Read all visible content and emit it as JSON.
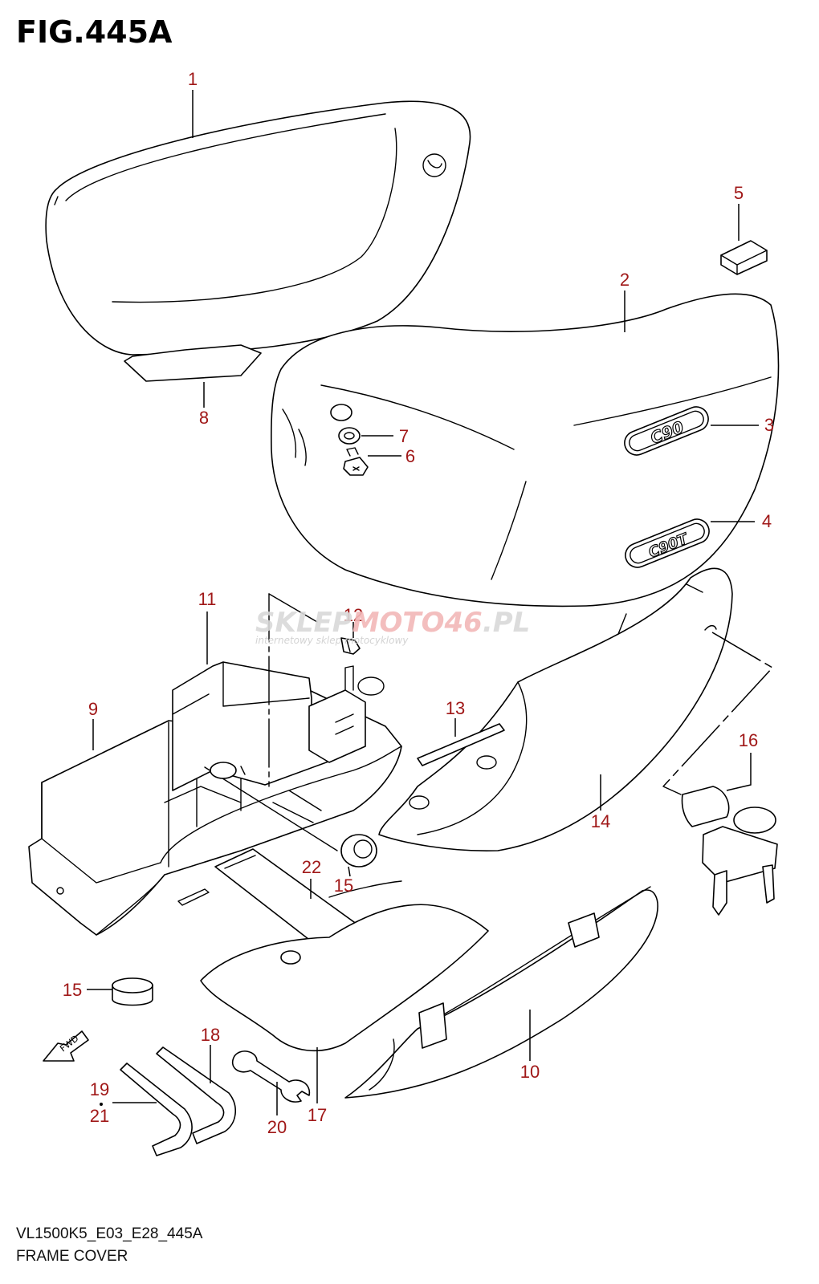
{
  "figure": {
    "title": "FIG.445A",
    "code": "VL1500K5_E03_E28_445A",
    "name": "FRAME COVER"
  },
  "watermark": {
    "brand_left": "SKLEP",
    "brand_mid": "MOTO",
    "brand_red": "46",
    "brand_right": ".PL",
    "tagline": "internetowy sklep motocyklowy"
  },
  "fwd_label": "FWD",
  "callouts": {
    "c1": "1",
    "c2": "2",
    "c3": "3",
    "c4": "4",
    "c5": "5",
    "c6": "6",
    "c7": "7",
    "c8": "8",
    "c9": "9",
    "c10": "10",
    "c11": "11",
    "c12": "12",
    "c13": "13",
    "c14": "14",
    "c15a": "15",
    "c15b": "15",
    "c16": "16",
    "c17": "17",
    "c18": "18",
    "c19": "19",
    "c20": "20",
    "c21": "21",
    "c22": "22"
  },
  "emblems": {
    "e3": "C90",
    "e4": "C90T"
  },
  "colors": {
    "callout": "#a01818",
    "line": "#000000",
    "watermark_accent": "#e03030"
  }
}
